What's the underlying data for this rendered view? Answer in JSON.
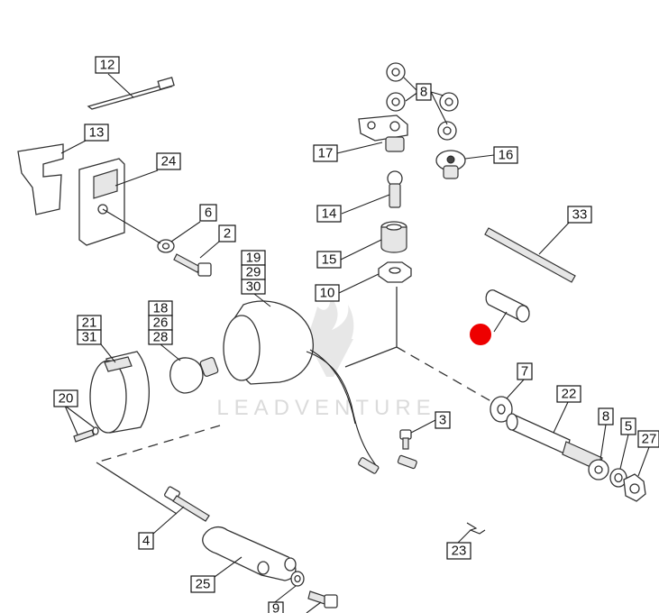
{
  "diagram": {
    "callouts": [
      {
        "id": "12",
        "label": "12"
      },
      {
        "id": "13",
        "label": "13"
      },
      {
        "id": "24",
        "label": "24"
      },
      {
        "id": "6",
        "label": "6"
      },
      {
        "id": "2",
        "label": "2"
      },
      {
        "id": "8a",
        "label": "8"
      },
      {
        "id": "17",
        "label": "17"
      },
      {
        "id": "16",
        "label": "16"
      },
      {
        "id": "14",
        "label": "14"
      },
      {
        "id": "15",
        "label": "15"
      },
      {
        "id": "10",
        "label": "10"
      },
      {
        "id": "33",
        "label": "33"
      },
      {
        "id": "19",
        "label": "19"
      },
      {
        "id": "29",
        "label": "29"
      },
      {
        "id": "30",
        "label": "30"
      },
      {
        "id": "18",
        "label": "18"
      },
      {
        "id": "26",
        "label": "26"
      },
      {
        "id": "28",
        "label": "28"
      },
      {
        "id": "21",
        "label": "21"
      },
      {
        "id": "31",
        "label": "31"
      },
      {
        "id": "20",
        "label": "20"
      },
      {
        "id": "7",
        "label": "7"
      },
      {
        "id": "22",
        "label": "22"
      },
      {
        "id": "8b",
        "label": "8"
      },
      {
        "id": "5",
        "label": "5"
      },
      {
        "id": "27",
        "label": "27"
      },
      {
        "id": "3",
        "label": "3"
      },
      {
        "id": "4",
        "label": "4"
      },
      {
        "id": "25",
        "label": "25"
      },
      {
        "id": "23",
        "label": "23"
      },
      {
        "id": "9",
        "label": "9"
      }
    ],
    "watermark": "LEADVENTURE",
    "marker_color": "#ee0000"
  }
}
